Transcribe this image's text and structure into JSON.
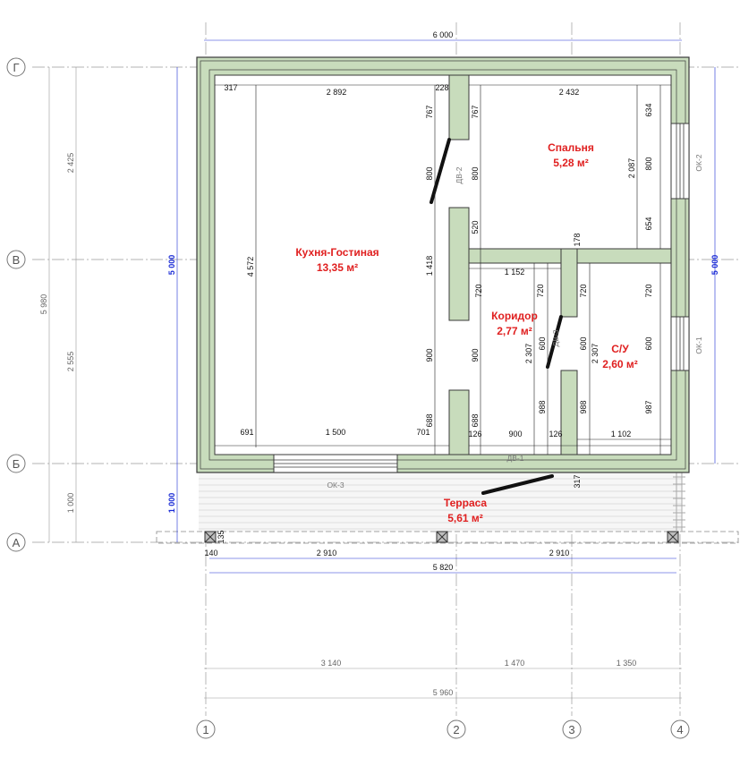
{
  "axes": {
    "letters": [
      "Г",
      "В",
      "Б",
      "А"
    ],
    "numbers": [
      "1",
      "2",
      "3",
      "4"
    ]
  },
  "rooms": [
    {
      "name": "Кухня-Гостиная",
      "area": "13,35 м²"
    },
    {
      "name": "Спальня",
      "area": "5,28 м²"
    },
    {
      "name": "Коридор",
      "area": "2,77 м²"
    },
    {
      "name": "С/У",
      "area": "2,60 м²"
    },
    {
      "name": "Терраса",
      "area": "5,61 м²"
    }
  ],
  "openings": {
    "windows": [
      "ОК-1",
      "ОК-2",
      "ОК-3"
    ],
    "doors": [
      "ДВ-1",
      "ДВ-2",
      "ДВ-3"
    ]
  },
  "dims": {
    "top_total": "6 000",
    "left_vert": [
      "2 425",
      "5 980",
      "2 555",
      "1 000"
    ],
    "left_blue": [
      "5 000",
      "1 000"
    ],
    "right_blue": "5 000",
    "bottom_axes": [
      "3 140",
      "1 470",
      "1 350"
    ],
    "bottom_total": "5 960",
    "terrace_spans": [
      "2 910",
      "2 910"
    ],
    "terrace_total": "5 820",
    "post_w": "140",
    "post_h": "135",
    "kitchen_top": [
      "317",
      "2 892",
      "228"
    ],
    "kitchen_left_h": "4 572",
    "kitchen_bottom": [
      "691",
      "1 500",
      "701"
    ],
    "partition_v": [
      "767",
      "800",
      "1 418",
      "900",
      "688"
    ],
    "partition_v_inner": [
      "767",
      "800",
      "520",
      "720",
      "900",
      "688"
    ],
    "bedroom_top": "2 432",
    "bedroom_h": "2 087",
    "bedroom_right": [
      "634",
      "800",
      "654"
    ],
    "bed_gap": "178",
    "corridor_w": "1 152",
    "corridor_v": [
      "720",
      "600",
      "2 307",
      "988"
    ],
    "bath_v": [
      "720",
      "600",
      "2 307",
      "988"
    ],
    "bath_right": [
      "720",
      "600",
      "987"
    ],
    "bath_bottom": "1 102",
    "corr_bottom": [
      "126",
      "900",
      "126"
    ],
    "porch": "317"
  }
}
